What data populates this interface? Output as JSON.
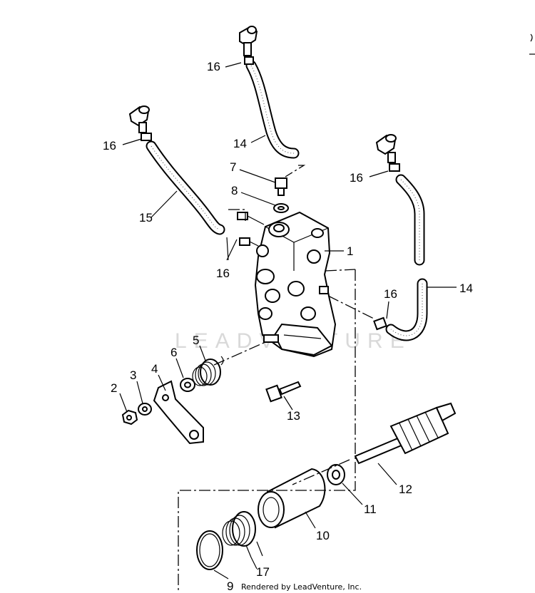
{
  "diagram": {
    "callouts": {
      "c1": "1",
      "c2": "2",
      "c3": "3",
      "c4": "4",
      "c5": "5",
      "c6": "6",
      "c7": "7",
      "c8": "8",
      "c9": "9",
      "c10": "10",
      "c11": "11",
      "c12": "12",
      "c13": "13",
      "c14a": "14",
      "c14b": "14",
      "c15": "15",
      "c16a": "16",
      "c16b": "16",
      "c16c": "16",
      "c16d": "16",
      "c16e": "16",
      "c17": "17"
    },
    "watermark": "LEADVENTURE",
    "credit": "Rendered by LeadVenture, Inc."
  }
}
